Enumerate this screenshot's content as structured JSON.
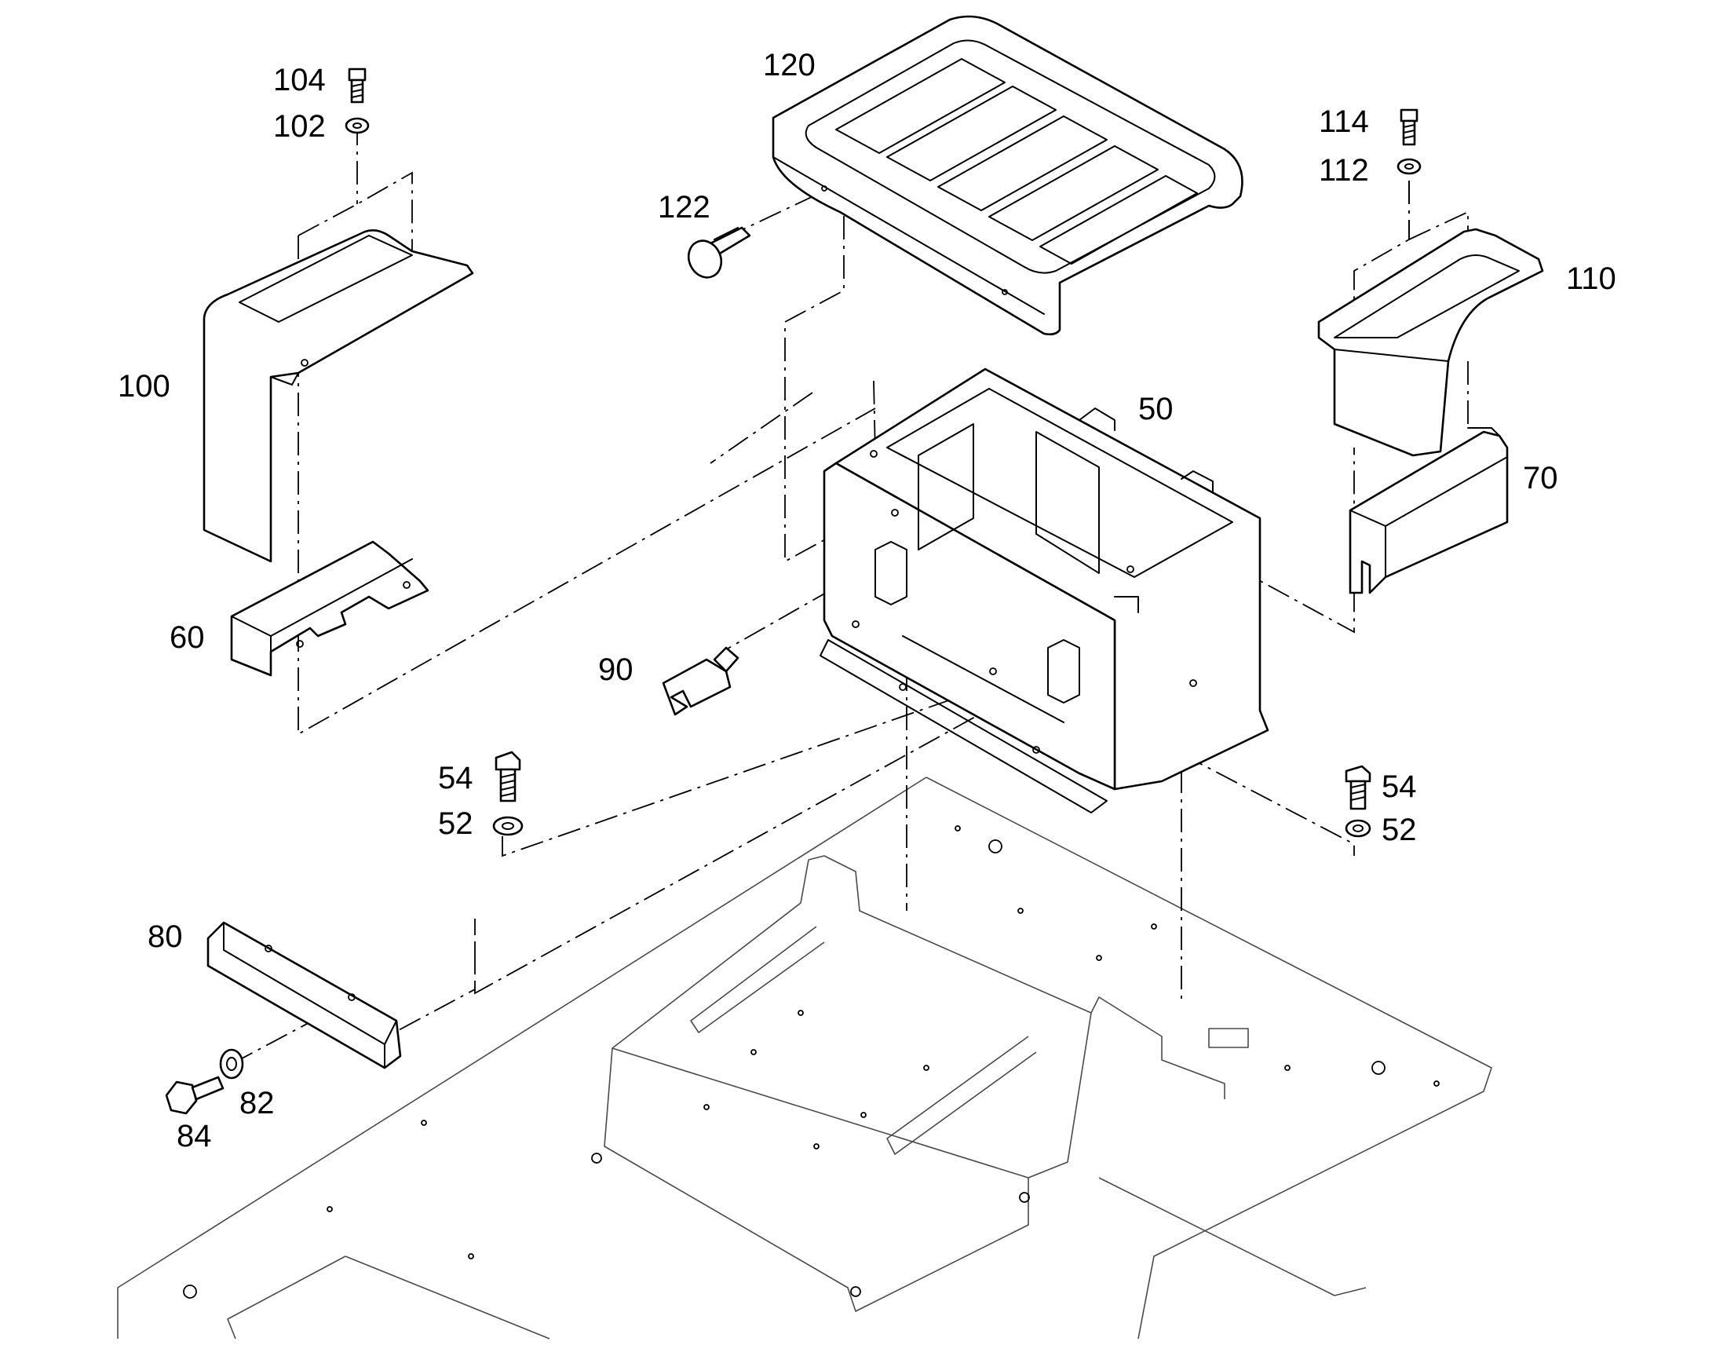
{
  "diagram": {
    "callouts": {
      "c104": "104",
      "c102": "102",
      "c120": "120",
      "c122": "122",
      "c114": "114",
      "c112": "112",
      "c110": "110",
      "c100": "100",
      "c50": "50",
      "c70": "70",
      "c60": "60",
      "c90": "90",
      "c54_left": "54",
      "c52_left": "52",
      "c54_right": "54",
      "c52_right": "52",
      "c80": "80",
      "c82": "82",
      "c84": "84"
    },
    "line_color": "#000000",
    "background_color": "#ffffff"
  }
}
